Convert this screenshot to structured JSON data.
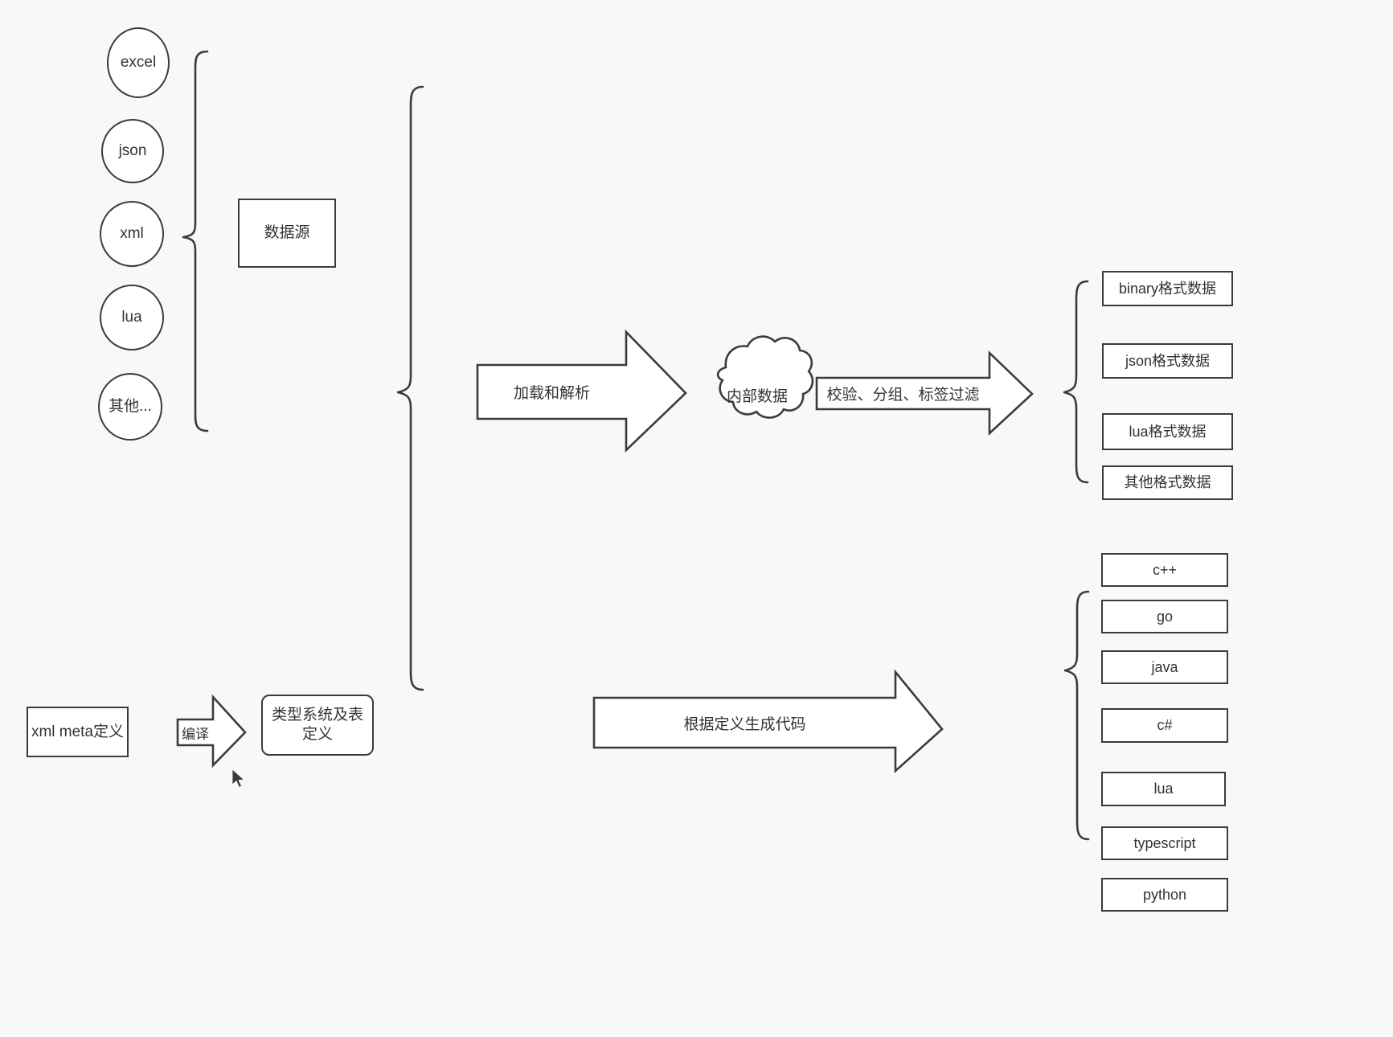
{
  "diagram": {
    "title": "data pipeline architecture diagram",
    "background_color": "#f8f8f8",
    "stroke_color": "#3b3b3b",
    "fill_color": "#ffffff",
    "text_color": "#333333"
  },
  "sources": {
    "group_label": "数据源",
    "items": [
      {
        "label": "excel"
      },
      {
        "label": "json"
      },
      {
        "label": "xml"
      },
      {
        "label": "lua"
      },
      {
        "label": "其他..."
      }
    ]
  },
  "meta": {
    "definition_label": "xml meta定义",
    "compile_arrow_label": "编译",
    "type_system_label": "类型系统及表\n定义",
    "type_system_line1": "类型系统及表",
    "type_system_line2": "定义"
  },
  "pipeline": {
    "load_parse_arrow_label": "加载和解析",
    "internal_data_label": "内部数据",
    "filter_arrow_label": "校验、分组、标签过滤",
    "codegen_arrow_label": "根据定义生成代码"
  },
  "outputs": {
    "data_formats": [
      {
        "label": "binary格式数据"
      },
      {
        "label": "json格式数据"
      },
      {
        "label": "lua格式数据"
      },
      {
        "label": "其他格式数据"
      }
    ],
    "languages": [
      {
        "label": "c++"
      },
      {
        "label": "go"
      },
      {
        "label": "java"
      },
      {
        "label": "c#"
      },
      {
        "label": "lua"
      },
      {
        "label": "typescript"
      },
      {
        "label": "python"
      }
    ]
  }
}
